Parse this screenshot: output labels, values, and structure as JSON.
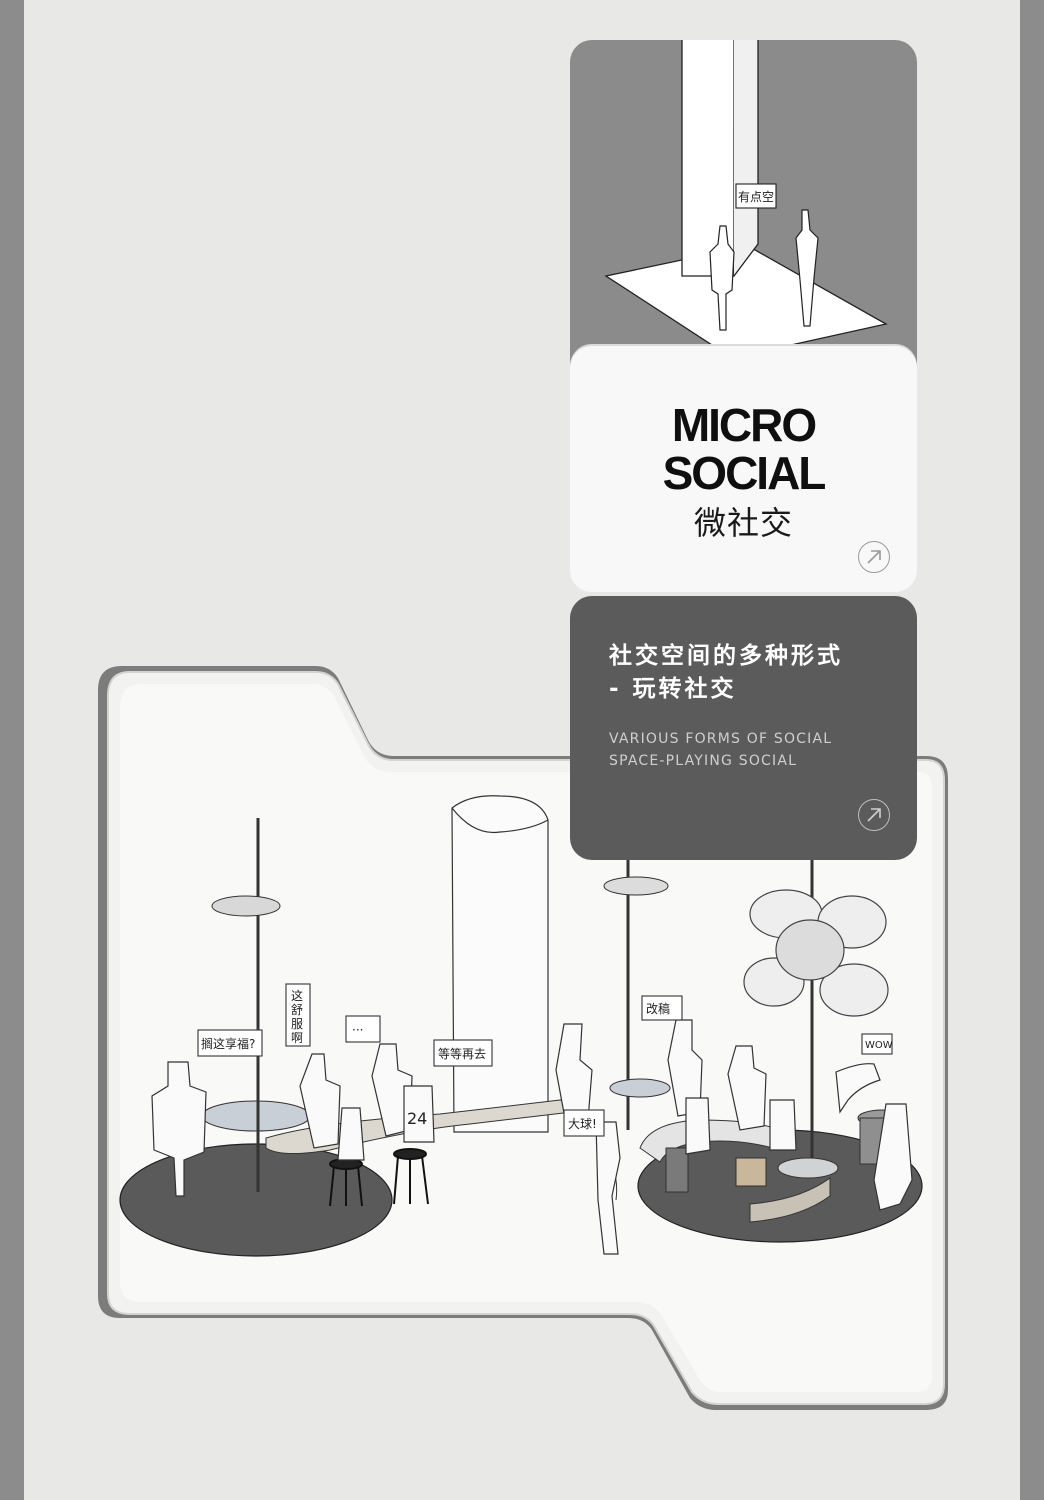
{
  "hero_card": {
    "title_line1": "MICRO",
    "title_line2": "SOCIAL",
    "subtitle": "微社交",
    "speech_label": "有点空",
    "arrow_icon": "arrow-up-right-icon"
  },
  "info_card": {
    "title_line1": "社交空间的多种形式",
    "title_line2": "- 玩转社交",
    "en_line1": "VARIOUS FORMS OF SOCIAL",
    "en_line2": "SPACE-PLAYING SOCIAL",
    "arrow_icon": "arrow-up-right-icon"
  },
  "scene": {
    "bubbles": [
      "搁这享福?",
      "这",
      "舒",
      "服",
      "啊",
      "···",
      "等等再去",
      "24",
      "大球!",
      "改稿",
      "WOW"
    ]
  },
  "colors": {
    "background": "#e8e8e6",
    "side_bar": "#8c8c8c",
    "hero_top": "#8b8b8b",
    "dark_card": "#5c5b5b",
    "floor_disc": "#5a5a5a"
  }
}
